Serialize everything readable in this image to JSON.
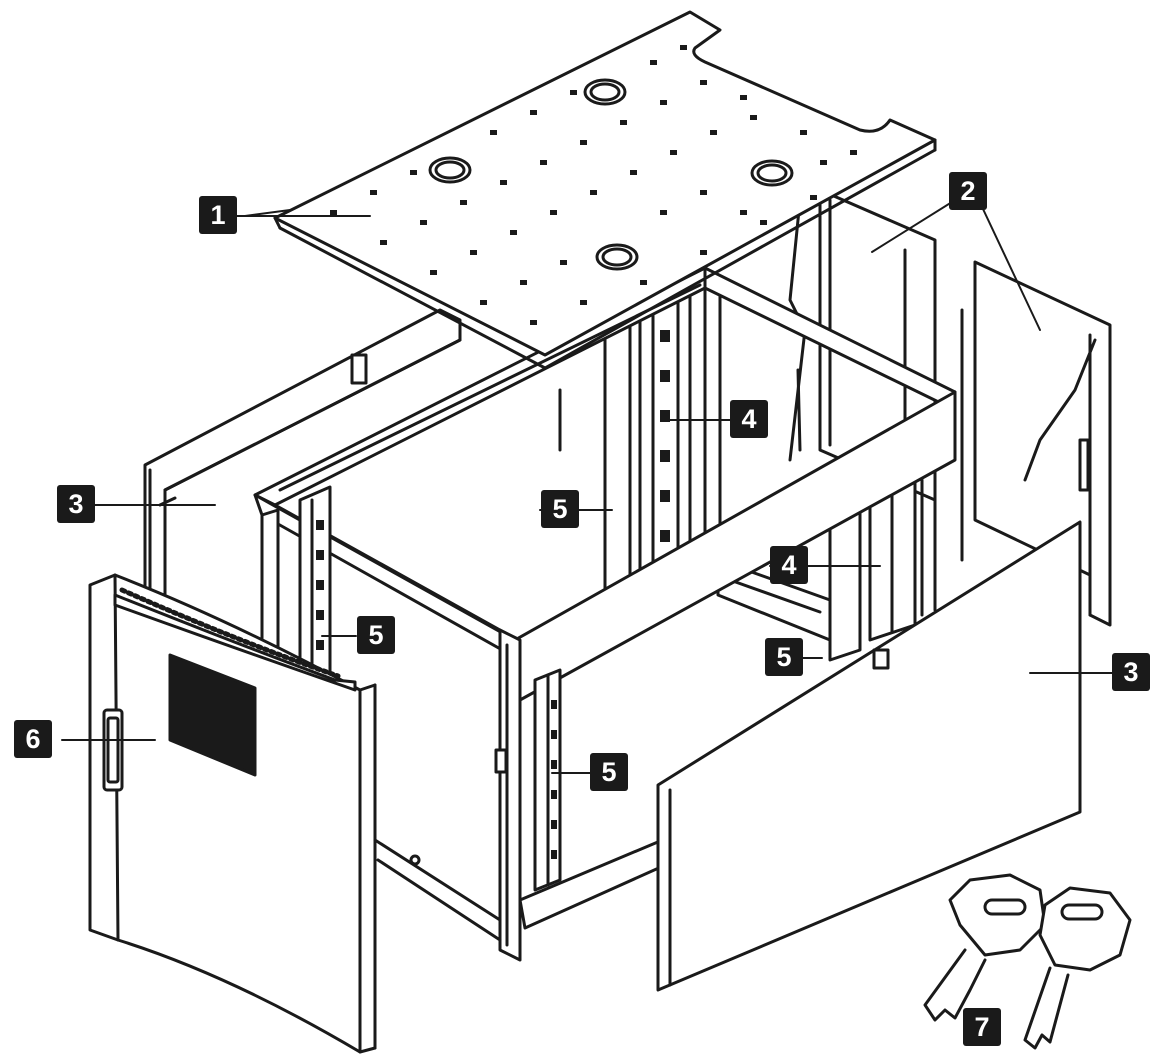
{
  "callouts": [
    {
      "id": "c1",
      "label": "1",
      "part": "top-panel"
    },
    {
      "id": "c2",
      "label": "2",
      "part": "rear-panel"
    },
    {
      "id": "c3a",
      "label": "3",
      "part": "side-panel"
    },
    {
      "id": "c3b",
      "label": "3",
      "part": "side-panel"
    },
    {
      "id": "c4a",
      "label": "4",
      "part": "cable-manager"
    },
    {
      "id": "c4b",
      "label": "4",
      "part": "cable-manager"
    },
    {
      "id": "c5a",
      "label": "5",
      "part": "mounting-rail"
    },
    {
      "id": "c5b",
      "label": "5",
      "part": "mounting-rail"
    },
    {
      "id": "c5c",
      "label": "5",
      "part": "mounting-rail"
    },
    {
      "id": "c5d",
      "label": "5",
      "part": "mounting-rail"
    },
    {
      "id": "c6",
      "label": "6",
      "part": "front-door"
    },
    {
      "id": "c7",
      "label": "7",
      "part": "keys"
    }
  ],
  "colors": {
    "line": "#1a1a1a",
    "fill": "#ffffff",
    "vent": "#1a1a1a",
    "badge": "#1a1a1a"
  }
}
